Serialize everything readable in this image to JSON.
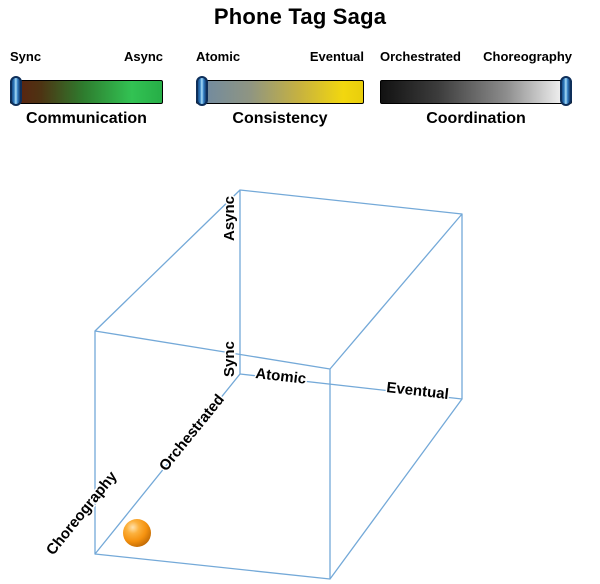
{
  "title": "Phone Tag Saga",
  "sliders": [
    {
      "id": "communication",
      "caption": "Communication",
      "left_label": "Sync",
      "right_label": "Async",
      "handle_position": "left",
      "gradient_start_color": "#5e1e10",
      "gradient_end_color": "#27ae47",
      "handle_color": "#2f7bc0"
    },
    {
      "id": "consistency",
      "caption": "Consistency",
      "left_label": "Atomic",
      "right_label": "Eventual",
      "handle_position": "left",
      "gradient_start_color": "#6d89a4",
      "gradient_end_color": "#e9ce0c",
      "handle_color": "#2f7bc0"
    },
    {
      "id": "coordination",
      "caption": "Coordination",
      "left_label": "Orchestrated",
      "right_label": "Choreography",
      "handle_position": "right",
      "gradient_start_color": "#121212",
      "gradient_end_color": "#ffffff",
      "handle_color": "#2f7bc0"
    }
  ],
  "cube": {
    "labels": {
      "height_top": "Async",
      "height_bottom": "Sync",
      "width_near": "Atomic",
      "width_far": "Eventual",
      "depth_near": "Orchestrated",
      "depth_far": "Choreography"
    },
    "edge_color": "#74a9d8",
    "marker_color": "#f5920f"
  }
}
